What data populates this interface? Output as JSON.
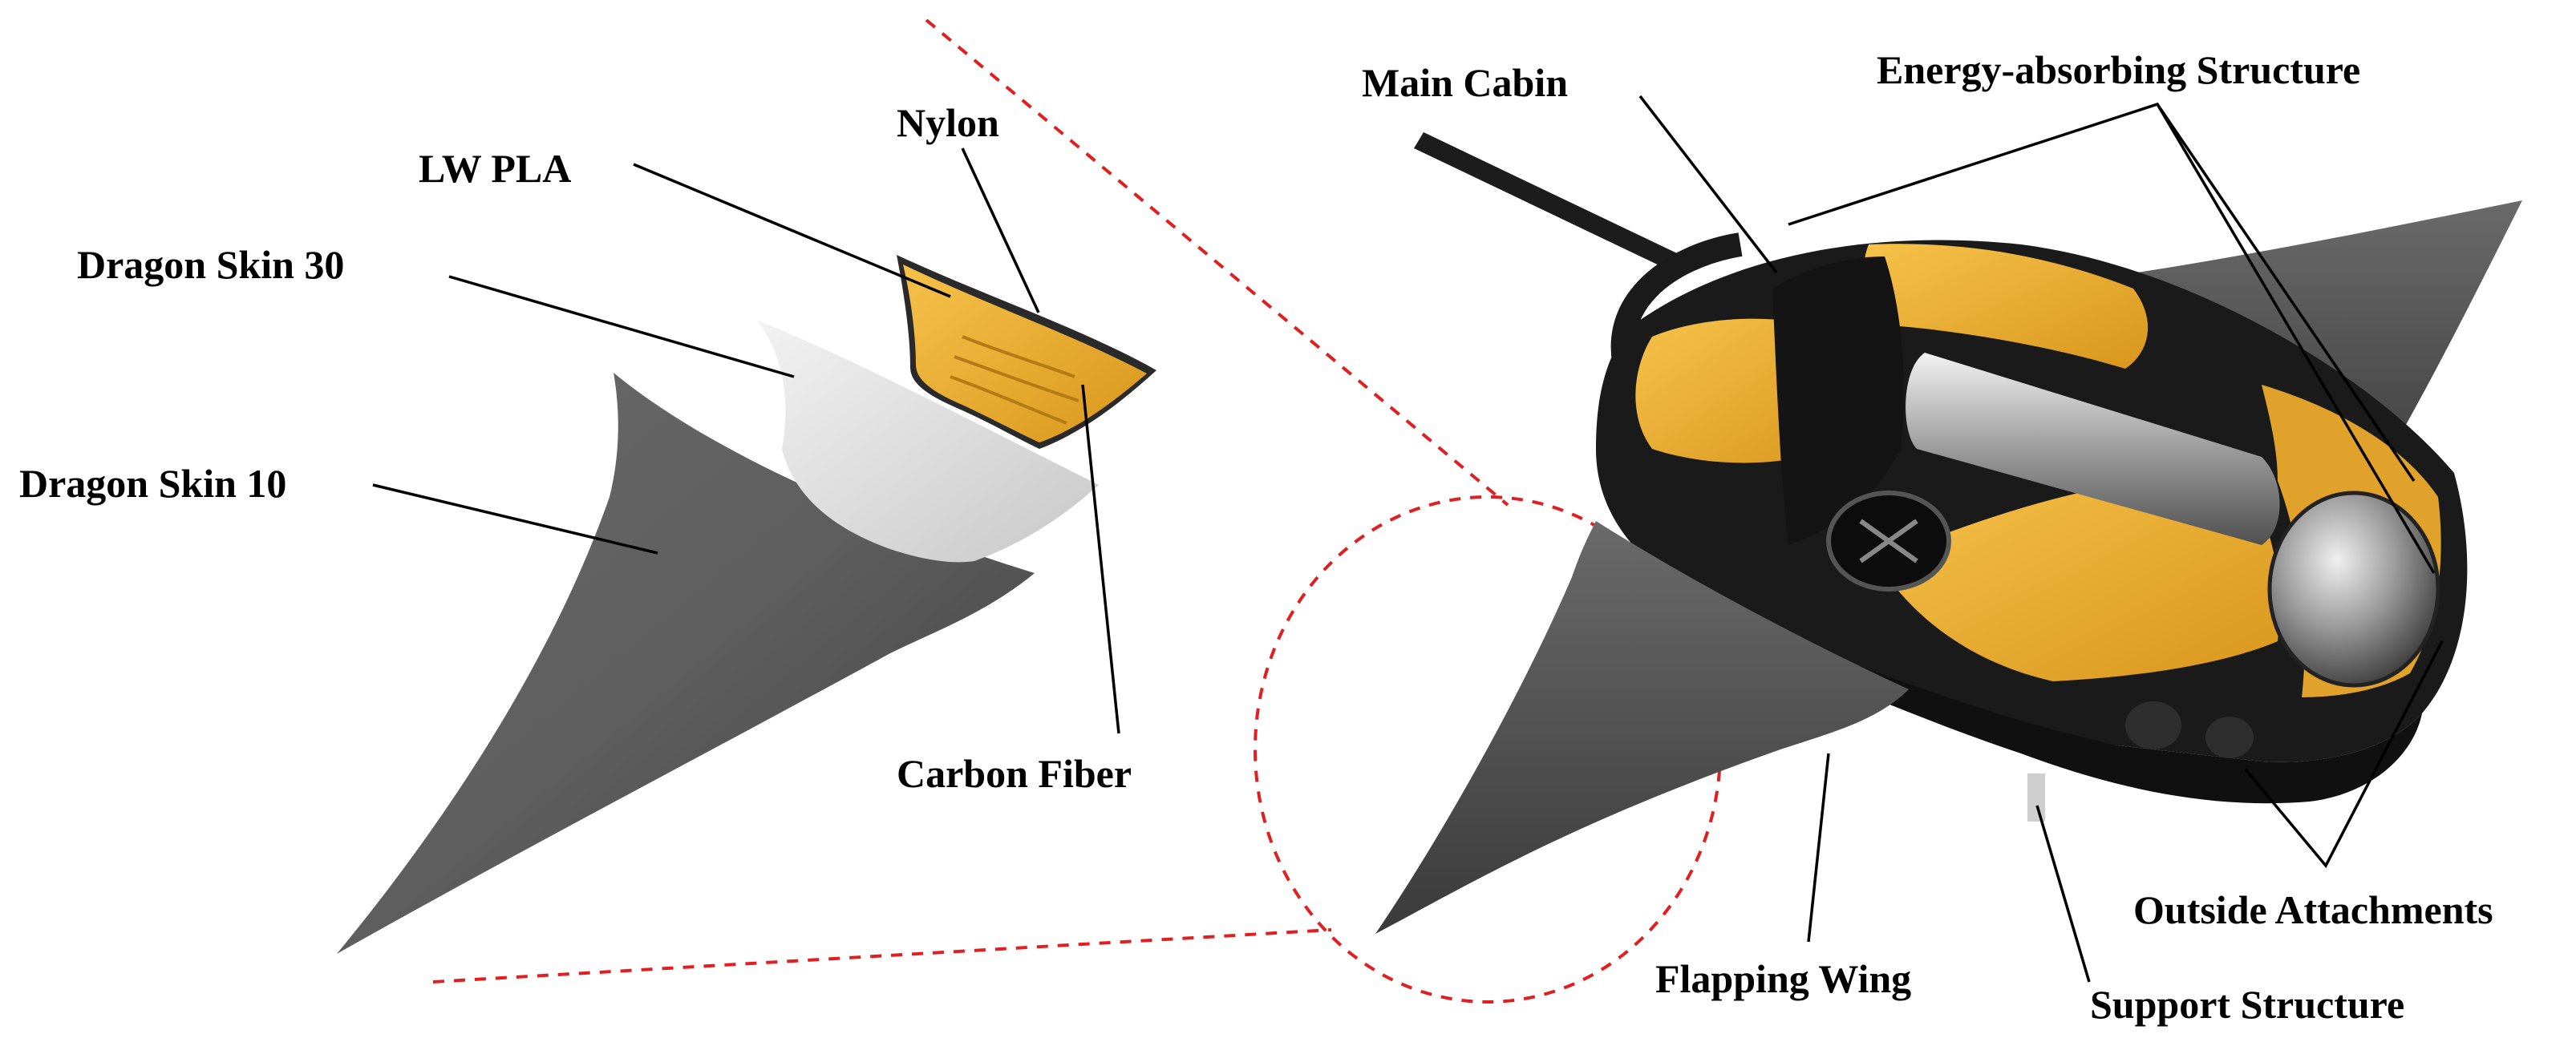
{
  "labels": {
    "nylon": "Nylon",
    "lw_pla": "LW PLA",
    "dragon_skin_30": "Dragon Skin 30",
    "dragon_skin_10": "Dragon Skin 10",
    "carbon_fiber": "Carbon Fiber",
    "main_cabin": "Main Cabin",
    "energy_absorbing": "Energy-absorbing Structure",
    "outside_attachments": "Outside Attachments",
    "flapping_wing": "Flapping Wing",
    "support_structure": "Support Structure"
  },
  "colors": {
    "wing_dark": "#5a5a5a",
    "skin_light": "#dcdcdc",
    "pla_yellow": "#f0b030",
    "body_black": "#1a1a1a",
    "highlight": "#e02020"
  }
}
